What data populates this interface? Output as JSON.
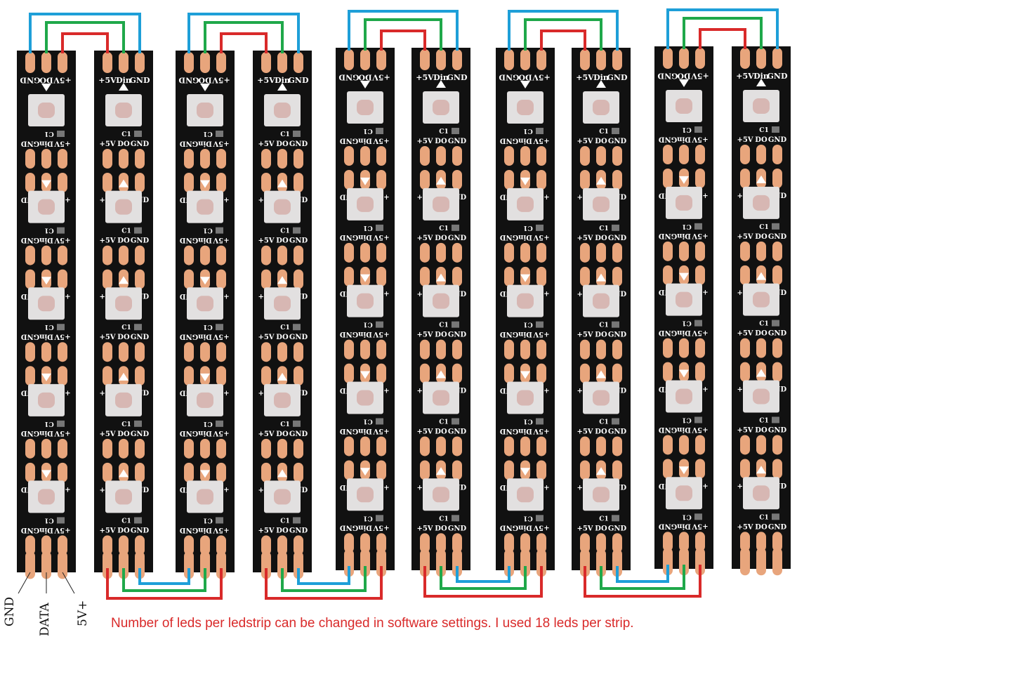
{
  "colors": {
    "strip": "#111111",
    "pad": "#e8a57c",
    "led_body": "#e2e0e0",
    "led_core": "#d7b7b3",
    "gnd_wire": "#1e9fd8",
    "data_wire": "#1fa84a",
    "power_wire": "#d92a2a",
    "note_text": "#d92a2a",
    "silk": "#ffffff"
  },
  "pin_labels": {
    "gnd": "GND",
    "din": "Din",
    "do": "DO",
    "v5": "+5V",
    "cap": "C1"
  },
  "input_labels": {
    "gnd": "GND",
    "data": "DATA",
    "power": "5V+"
  },
  "strips": [
    {
      "orientation": "down"
    },
    {
      "orientation": "up"
    },
    {
      "orientation": "down"
    },
    {
      "orientation": "up"
    },
    {
      "orientation": "down"
    },
    {
      "orientation": "up"
    },
    {
      "orientation": "down"
    },
    {
      "orientation": "up"
    },
    {
      "orientation": "down"
    },
    {
      "orientation": "up"
    }
  ],
  "note": "Number of leds per ledstrip can be changed in software settings. I used 18 leds per strip."
}
